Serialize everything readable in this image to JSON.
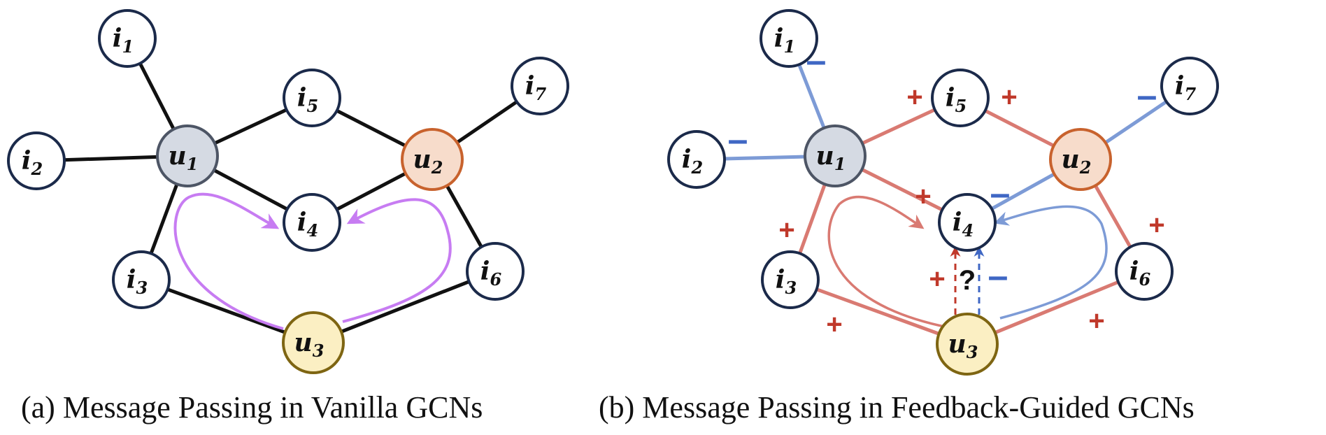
{
  "colors": {
    "node_border": "#1b2a4a",
    "node_fill": "#ffffff",
    "edge_black": "#111111",
    "edge_positive": "#d97a72",
    "edge_negative": "#7d9bd6",
    "arrow_purple": "#c77cf2",
    "sign_positive": "#c0392b",
    "sign_negative": "#3f67c4",
    "u1_fill": "#d5dae3",
    "u1_border": "#4d5565",
    "u2_fill": "#f7dccb",
    "u2_border": "#c8622d",
    "u3_fill": "#fbefc3",
    "u3_border": "#7e6512"
  },
  "panel_a": {
    "caption": "(a) Message Passing in Vanilla GCNs",
    "nodes": [
      {
        "id": "i1",
        "base": "i",
        "sub": "1",
        "type": "item"
      },
      {
        "id": "i2",
        "base": "i",
        "sub": "2",
        "type": "item"
      },
      {
        "id": "i3",
        "base": "i",
        "sub": "3",
        "type": "item"
      },
      {
        "id": "i4",
        "base": "i",
        "sub": "4",
        "type": "item"
      },
      {
        "id": "i5",
        "base": "i",
        "sub": "5",
        "type": "item"
      },
      {
        "id": "i6",
        "base": "i",
        "sub": "6",
        "type": "item"
      },
      {
        "id": "i7",
        "base": "i",
        "sub": "7",
        "type": "item"
      },
      {
        "id": "u1",
        "base": "u",
        "sub": "1",
        "type": "user"
      },
      {
        "id": "u2",
        "base": "u",
        "sub": "2",
        "type": "user"
      },
      {
        "id": "u3",
        "base": "u",
        "sub": "3",
        "type": "user"
      }
    ],
    "edges": [
      [
        "u1",
        "i1"
      ],
      [
        "u1",
        "i2"
      ],
      [
        "u1",
        "i3"
      ],
      [
        "u1",
        "i4"
      ],
      [
        "u1",
        "i5"
      ],
      [
        "u2",
        "i5"
      ],
      [
        "u2",
        "i7"
      ],
      [
        "u2",
        "i4"
      ],
      [
        "u2",
        "i6"
      ],
      [
        "u3",
        "i3"
      ],
      [
        "u3",
        "i6"
      ]
    ]
  },
  "panel_b": {
    "caption": "(b) Message Passing in Feedback-Guided GCNs",
    "question": "?",
    "edges": [
      {
        "a": "u1",
        "b": "i1",
        "sign": "-"
      },
      {
        "a": "u1",
        "b": "i2",
        "sign": "-"
      },
      {
        "a": "u1",
        "b": "i3",
        "sign": "+"
      },
      {
        "a": "u1",
        "b": "i4",
        "sign": "+"
      },
      {
        "a": "u1",
        "b": "i5",
        "sign": "+"
      },
      {
        "a": "u2",
        "b": "i5",
        "sign": "+"
      },
      {
        "a": "u2",
        "b": "i7",
        "sign": "-"
      },
      {
        "a": "u2",
        "b": "i4",
        "sign": "-"
      },
      {
        "a": "u2",
        "b": "i6",
        "sign": "+"
      },
      {
        "a": "u3",
        "b": "i3",
        "sign": "+"
      },
      {
        "a": "u3",
        "b": "i6",
        "sign": "+"
      }
    ],
    "dashed_signs": [
      "+",
      "-"
    ]
  }
}
